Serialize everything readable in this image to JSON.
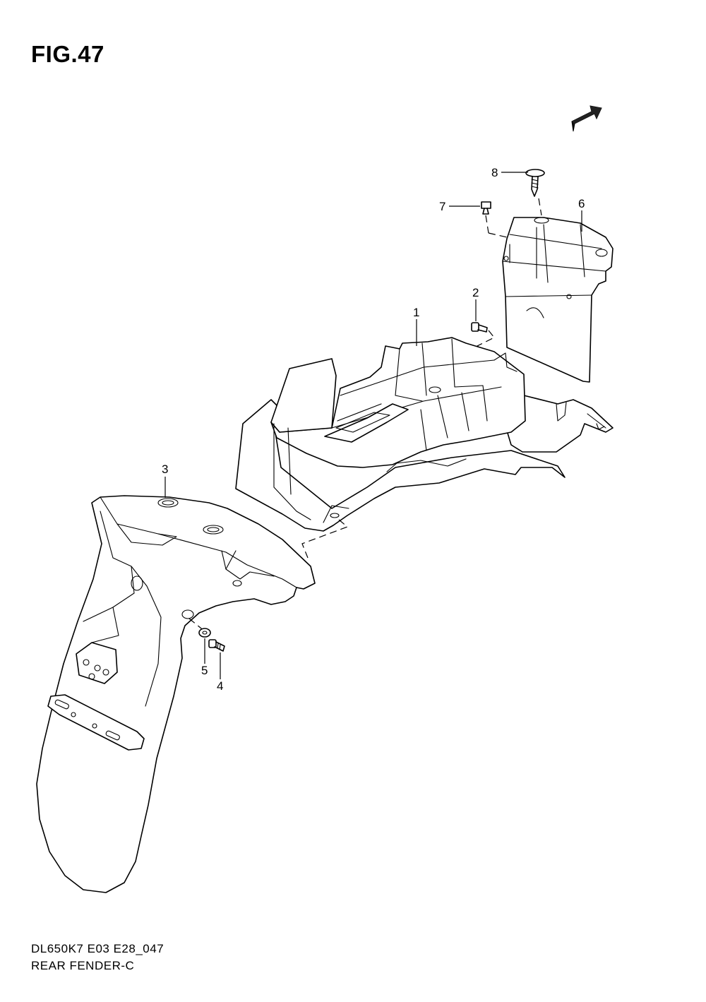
{
  "figure_label": "FIG.47",
  "fwd_label": "FWD",
  "parts": [
    {
      "callout": "1"
    },
    {
      "callout": "2"
    },
    {
      "callout": "3"
    },
    {
      "callout": "4"
    },
    {
      "callout": "5"
    },
    {
      "callout": "6"
    },
    {
      "callout": "7"
    },
    {
      "callout": "8"
    }
  ],
  "footer": {
    "code": "DL650K7 E03 E28_047",
    "title": "REAR FENDER-C"
  }
}
